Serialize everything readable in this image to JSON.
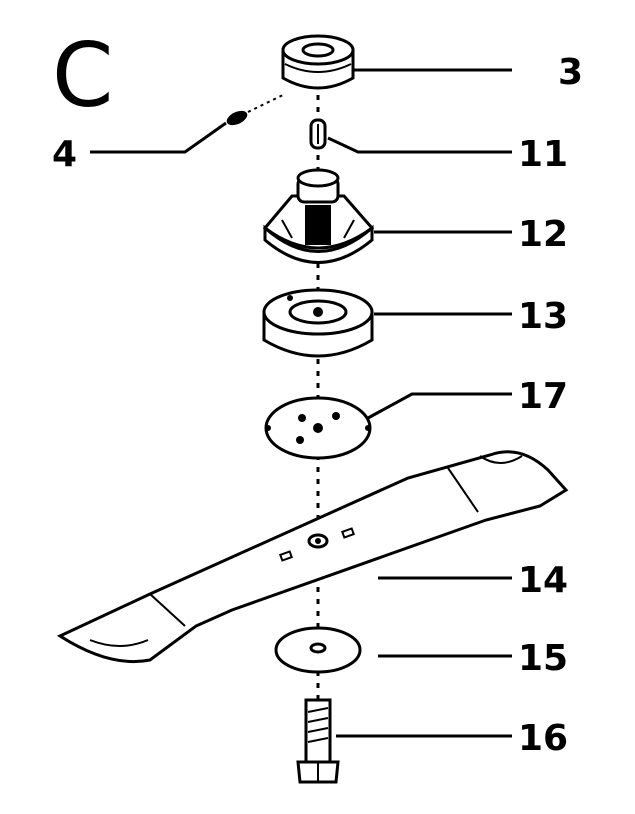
{
  "diagram": {
    "section_letter": "C",
    "labels": {
      "l3": "3",
      "l4": "4",
      "l11": "11",
      "l12": "12",
      "l13": "13",
      "l17": "17",
      "l14": "14",
      "l15": "15",
      "l16": "16"
    }
  }
}
